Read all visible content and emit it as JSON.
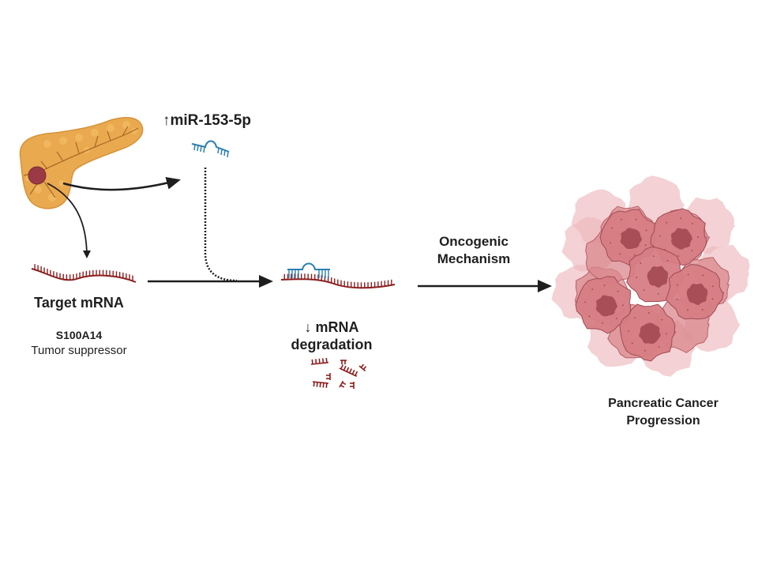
{
  "diagram": {
    "title": "miR-153-5p oncogenic mechanism in pancreatic cancer",
    "mirna": {
      "arrow_glyph": "↑",
      "name": "miR-153-5p",
      "label": "↑miR-153-5p",
      "direction": "up"
    },
    "target": {
      "title": "Target mRNA",
      "gene": "S100A14",
      "role": "Tumor suppressor"
    },
    "degradation": {
      "label": "↓ mRNA degradation",
      "line1": "↓ mRNA",
      "line2": "degradation",
      "direction": "down"
    },
    "mechanism": {
      "line1": "Oncogenic",
      "line2": "Mechanism"
    },
    "outcome": {
      "line1": "Pancreatic Cancer",
      "line2": "Progression"
    },
    "icons": {
      "organ": "pancreas-with-tumor-icon",
      "mirna": "mirna-hairpin-icon",
      "mrna": "mrna-strand-icon",
      "complex": "mirna-mrna-complex-icon",
      "fragments": "mrna-fragments-icon",
      "tumor": "cancer-cell-cluster-icon"
    },
    "colors": {
      "pancreas": "#E9A94E",
      "pancreas_dark": "#C98530",
      "tumor_spot": "#9A3A45",
      "mirna": "#2C7FB0",
      "mrna": "#8B1E1E",
      "arrow": "#1E1E1E",
      "cell_light": "#EDB9BD",
      "cell_mid": "#D9878C",
      "cell_dark": "#A84E56"
    },
    "flow": [
      {
        "from": "pancreas",
        "to": "miR-153-5p",
        "style": "curved-solid"
      },
      {
        "from": "pancreas",
        "to": "Target mRNA",
        "style": "curved-solid"
      },
      {
        "from": "miR-153-5p",
        "to": "binding",
        "style": "dotted"
      },
      {
        "from": "Target mRNA",
        "to": "miRNA-mRNA complex",
        "style": "solid"
      },
      {
        "from": "miRNA-mRNA complex",
        "to": "Pancreatic Cancer Progression",
        "style": "solid",
        "label": "Oncogenic Mechanism"
      }
    ]
  }
}
